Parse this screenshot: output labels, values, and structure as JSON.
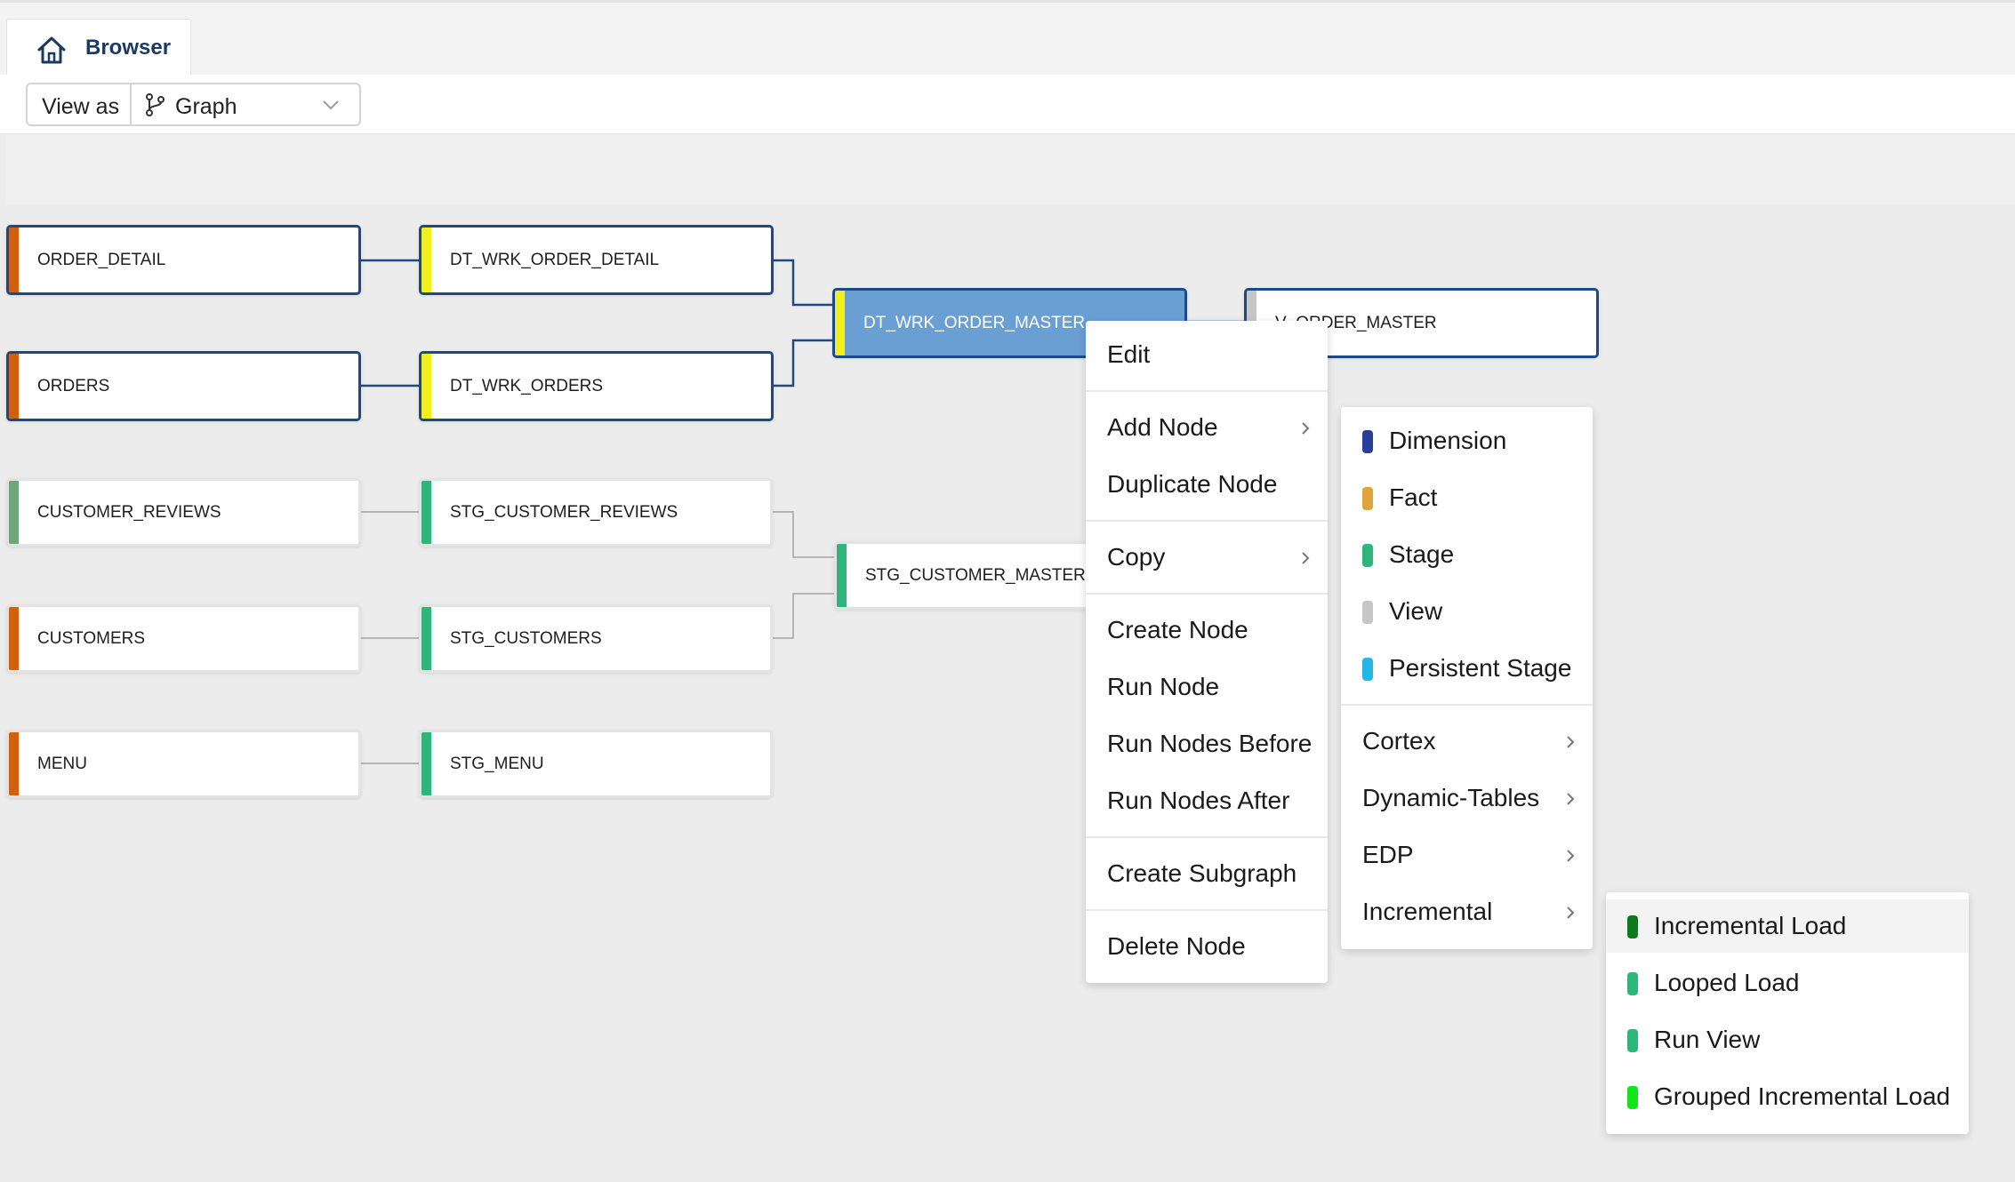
{
  "header": {
    "tab_label": "Browser",
    "tab_icon": "home-icon"
  },
  "toolbar": {
    "view_as_label": "View as",
    "view_value": "Graph",
    "view_icon": "git-branch-icon"
  },
  "colors": {
    "source": "#d2600f",
    "source_green": "#6fa57a",
    "dynamic_table": "#f2ef1e",
    "stage": "#2eb67a",
    "selected_fill": "#6a9fd4",
    "dark_border": "#1d4a86",
    "dimension": "#2a3f9a",
    "fact": "#e3a33b",
    "view": "#c6c6c6",
    "persistent_stage": "#25b6e8",
    "incremental_load": "#0f7a1c",
    "looped_load": "#2eb67a",
    "run_view": "#2eb67a",
    "grouped_incremental_load": "#12e51a"
  },
  "graph": {
    "nodes": {
      "order_detail": "ORDER_DETAIL",
      "orders": "ORDERS",
      "customer_reviews": "CUSTOMER_REVIEWS",
      "customers": "CUSTOMERS",
      "menu": "MENU",
      "dt_wrk_order_detail": "DT_WRK_ORDER_DETAIL",
      "dt_wrk_orders": "DT_WRK_ORDERS",
      "stg_customer_reviews": "STG_CUSTOMER_REVIEWS",
      "stg_customers": "STG_CUSTOMERS",
      "stg_menu": "STG_MENU",
      "dt_wrk_order_master": "DT_WRK_ORDER_MASTER",
      "stg_customer_master": "STG_CUSTOMER_MASTER",
      "v_order_master": "V_ORDER_MASTER"
    }
  },
  "context_menu": {
    "edit": "Edit",
    "add_node": "Add Node",
    "duplicate_node": "Duplicate Node",
    "copy": "Copy",
    "create_node": "Create Node",
    "run_node": "Run Node",
    "run_nodes_before": "Run Nodes Before",
    "run_nodes_after": "Run Nodes After",
    "create_subgraph": "Create Subgraph",
    "delete_node": "Delete Node"
  },
  "add_node_menu": {
    "dimension": "Dimension",
    "fact": "Fact",
    "stage": "Stage",
    "view": "View",
    "persistent_stage": "Persistent Stage",
    "cortex": "Cortex",
    "dynamic_tables": "Dynamic-Tables",
    "edp": "EDP",
    "incremental": "Incremental"
  },
  "incremental_menu": {
    "incremental_load": "Incremental Load",
    "looped_load": "Looped Load",
    "run_view": "Run View",
    "grouped_incremental_load": "Grouped Incremental Load"
  }
}
